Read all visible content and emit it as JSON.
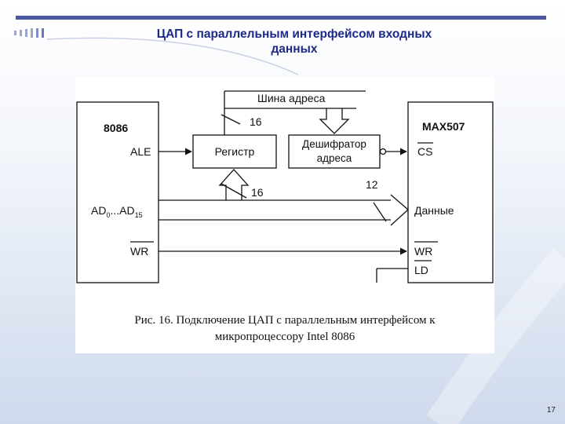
{
  "slide": {
    "title_line1": "ЦАП с параллельным интерфейсом входных",
    "title_line2": "данных",
    "page_number": "17"
  },
  "diagram": {
    "cpu_label": "8086",
    "cpu_ale": "ALE",
    "cpu_ad_main": "AD",
    "cpu_ad_sub1": "0",
    "cpu_ad_mid": "...AD",
    "cpu_ad_sub2": "15",
    "cpu_wr": "WR",
    "register_label": "Регистр",
    "decoder_line1": "Дешифратор",
    "decoder_line2": "адреса",
    "address_bus_label": "Шина адреса",
    "bus_width_addr": "16",
    "bus_width_ad": "16",
    "bus_width_data": "12",
    "dac_label": "MAX507",
    "dac_cs": "CS",
    "dac_data": "Данные",
    "dac_wr": "WR",
    "dac_ld": "LD"
  },
  "caption": {
    "line1": "Рис. 16. Подключение ЦАП с параллельным интерфейсом к",
    "line2": "микропроцессору Intel 8086"
  }
}
